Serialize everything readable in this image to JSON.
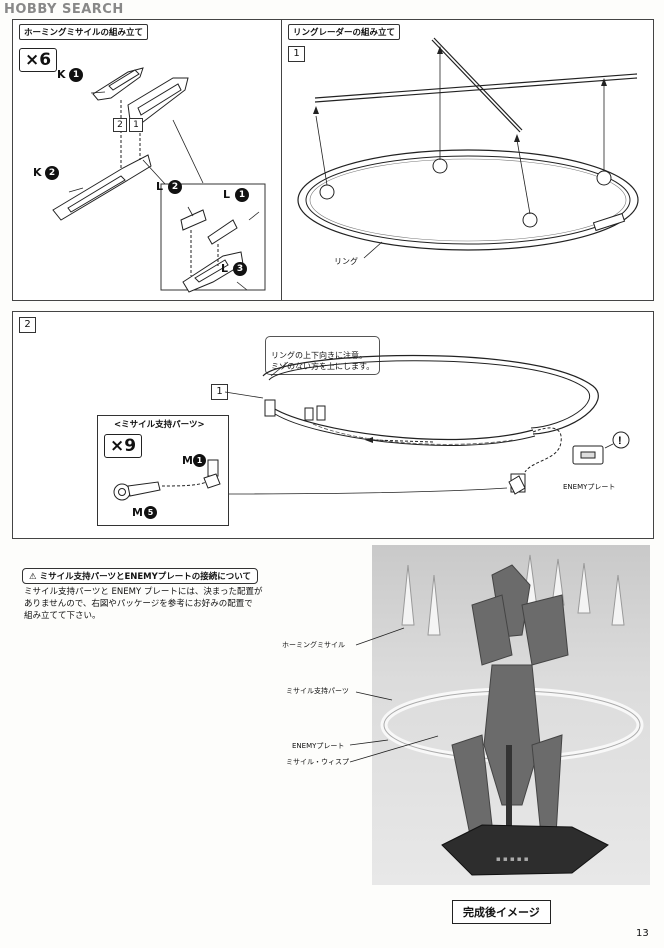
{
  "watermark": "HOBBY SEARCH",
  "page_number": "13",
  "section_top_left": {
    "title": "ホーミングミサイルの組み立て",
    "quantity": "×6",
    "labels": [
      "K",
      "K",
      "L",
      "L",
      "L"
    ],
    "numbers": [
      "1",
      "2",
      "2",
      "1",
      "3"
    ],
    "step_marks": [
      "2",
      "1"
    ]
  },
  "section_top_right": {
    "title": "リングレーダーの組み立て",
    "step": "1",
    "ring_label": "リング"
  },
  "section_step2": {
    "step": "2",
    "note": "リングの上下向きに注意。\nミゾのない方を上にします。",
    "ref_step": "1",
    "support_title": "<ミサイル支持パーツ>",
    "quantity": "×9",
    "part_m1_letter": "M",
    "part_m1_num": "1",
    "part_m5_letter": "M",
    "part_m5_num": "5",
    "enemy_plate_label": "ENEMYプレート"
  },
  "section_bottom": {
    "title": "ミサイル支持パーツとENEMYプレートの接続について",
    "body": "ミサイル支持パーツと ENEMY プレートには、決まった配置が\nありませんので、右図やパッケージを参考にお好みの配置で\n組み立てて下さい。",
    "callouts": [
      "ホーミングミサイル",
      "ミサイル支持パーツ",
      "ENEMYプレート",
      "ミサイル・ウィスプ"
    ],
    "caption": "完成後イメージ"
  }
}
